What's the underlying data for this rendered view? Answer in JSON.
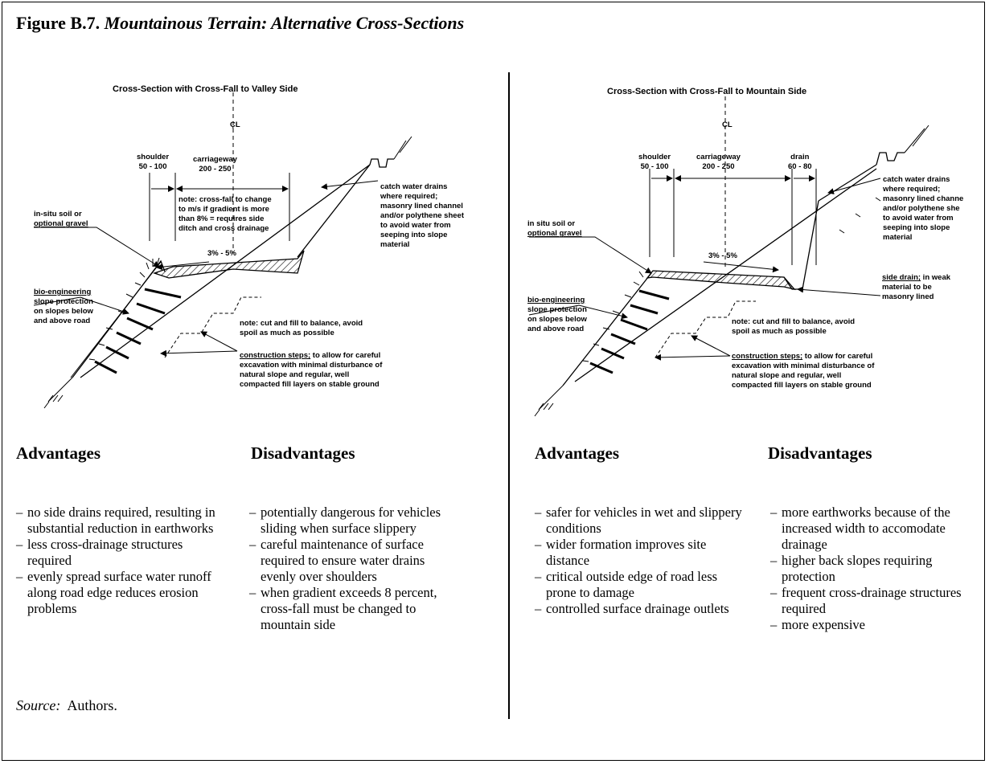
{
  "figure": {
    "number": "Figure B.7.",
    "title": "Mountainous Terrain: Alternative Cross-Sections",
    "source_label": "Source:",
    "source_value": "Authors."
  },
  "left": {
    "diagram_title": "Cross-Section with Cross-Fall to Valley Side",
    "centerline": "ÇL",
    "shoulder": "shoulder",
    "shoulder_dim": "50 - 100",
    "carriageway": "carriageway",
    "carriageway_dim": "200 - 250",
    "crossfall": "3% - 5%",
    "note_crossfall": [
      "note: cross-fall to change",
      "to m/s if gradient is more",
      "than 8% = requires side",
      "ditch and cross drainage"
    ],
    "catch_drains": [
      "catch water drains",
      "where required;",
      "masonry lined channel",
      "and/or polythene sheet",
      "to avoid water from",
      "seeping into slope",
      "material"
    ],
    "in_situ": [
      "in-situ soil or",
      "optional gravel"
    ],
    "bio": [
      "bio-engineering",
      "slope protection",
      "on slopes below",
      "and above road"
    ],
    "note_cut": [
      "note: cut and fill to balance, avoid",
      "spoil as much as possible"
    ],
    "construction": [
      "construction steps;",
      " to allow  for careful",
      "excavation with minimal disturbance of",
      "natural slope and regular, well",
      "compacted fill layers on stable ground"
    ],
    "advantages_heading": "Advantages",
    "disadvantages_heading": "Disadvantages",
    "advantages": [
      "no side drains required, resulting in substantial reduction in earthworks",
      "less cross-drainage structures required",
      "evenly spread surface water runoff along road edge reduces erosion problems"
    ],
    "disadvantages": [
      "potentially dangerous for vehicles sliding when surface slippery",
      "careful maintenance of surface required to ensure water drains evenly over shoulders",
      "when gradient exceeds 8 percent, cross-fall must be changed to mountain side"
    ]
  },
  "right": {
    "diagram_title": "Cross-Section with Cross-Fall to Mountain  Side",
    "centerline": "ÇL",
    "shoulder": "shoulder",
    "shoulder_dim": "50 - 100",
    "carriageway": "carriageway",
    "carriageway_dim": "200 - 250",
    "drain": "drain",
    "drain_dim": "60 - 80",
    "crossfall": "3% - 5%",
    "catch_drains": [
      "catch water drains",
      "where required;",
      "masonry lined channe",
      "and/or polythene she",
      "to avoid water from",
      "seeping into slope",
      "material"
    ],
    "in_situ": [
      "in situ soil or",
      "optional gravel"
    ],
    "side_drain": [
      "side drain;",
      " in weak",
      "material to be",
      "masonry lined"
    ],
    "bio": [
      "bio-engineering",
      "slope protection",
      "on slopes below",
      "and above road"
    ],
    "note_cut": [
      "note: cut and fill to balance, avoid",
      "spoil as much as possible"
    ],
    "construction": [
      "construction steps;",
      " to allow  for careful",
      "excavation with minimal disturbance of",
      "natural slope and regular, well",
      "compacted fill layers on stable ground"
    ],
    "advantages_heading": "Advantages",
    "disadvantages_heading": "Disadvantages",
    "advantages": [
      "safer for vehicles in wet and slippery conditions",
      "wider formation improves site distance",
      "critical outside edge of road less prone to damage",
      "controlled surface drainage outlets"
    ],
    "disadvantages": [
      "more earthworks because of the increased width to accomodate drainage",
      "higher back slopes requiring protection",
      "frequent cross-drainage structures required",
      "more expensive"
    ]
  }
}
